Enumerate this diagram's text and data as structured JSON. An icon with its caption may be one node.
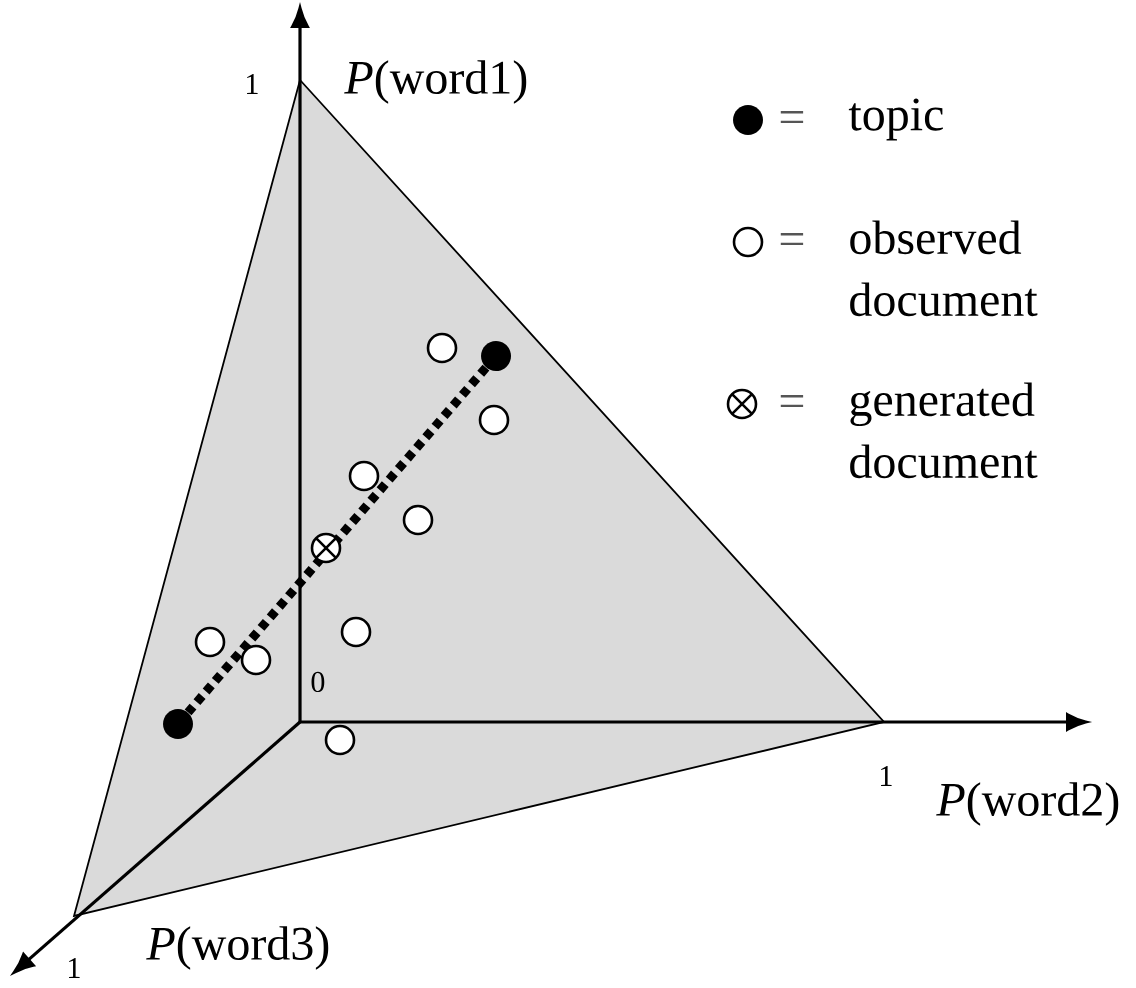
{
  "diagram": {
    "nodes": [
      {
        "text": [],
        "shape": "circle"
      },
      {
        "text": [],
        "shape": "circle"
      }
    ],
    "edges": [
      {
        "from": 0,
        "to": 1,
        "arrow": "none",
        "style": "dashed"
      }
    ],
    "labels": [
      "1",
      "*P*(word1)",
      "=",
      "=",
      "=",
      "0",
      "1",
      "*P*(word2)",
      "*P*(word3)",
      "1"
    ],
    "legend": [
      {
        "text": "topic"
      },
      {
        "text": "observed document"
      },
      {
        "text": "generated document"
      }
    ]
  }
}
